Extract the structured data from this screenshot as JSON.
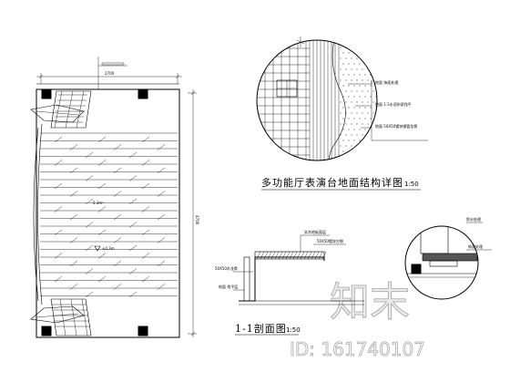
{
  "plan": {
    "area_label": "5.3m²",
    "level_mark": "±0.3m",
    "dim_top": "2700",
    "dim_side": "4700"
  },
  "detail_circle": {
    "title": "多功能厅表演台地面结构详图",
    "scale": "1:50",
    "callouts": [
      "地面 饰面处理",
      "地面 1:3水泥砂浆找平",
      "地面 50X50镀锌钢管龙骨"
    ]
  },
  "section": {
    "title": "1-1剖面图",
    "scale": "1:50",
    "callouts": [
      "实木地板面层",
      "50X50镀锌方钢",
      "50X50木龙骨",
      "地面 找平层",
      "饰面处理",
      "防水处理"
    ]
  },
  "watermark": {
    "logo": "知末",
    "id_text": "ID: 161740107"
  }
}
